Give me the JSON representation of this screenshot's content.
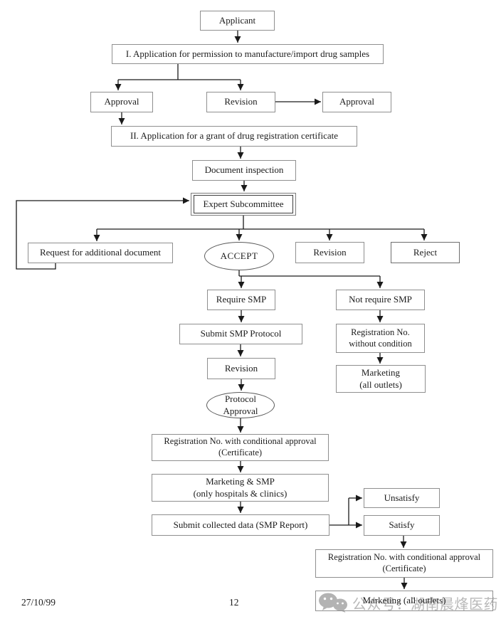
{
  "page": {
    "footer_date": "27/10/99",
    "footer_page": "12"
  },
  "colors": {
    "background": "#ffffff",
    "line": "#1a1a1a",
    "box_border": "#8f8f8f",
    "text": "#1c1c1c",
    "watermark": "#b9b9b9"
  },
  "watermark": {
    "icon": "wechat-icon",
    "text": "公众号：湖南晨烽医药"
  },
  "nodes": {
    "applicant": {
      "label": "Applicant"
    },
    "step1": {
      "label": "I. Application for permission to manufacture/import drug samples"
    },
    "approval1": {
      "label": "Approval"
    },
    "revision1": {
      "label": "Revision"
    },
    "approval2": {
      "label": "Approval"
    },
    "step2": {
      "label": "II. Application for a grant of drug registration certificate"
    },
    "doc_inspection": {
      "label": "Document inspection"
    },
    "expert_subcommittee": {
      "label": "Expert Subcommittee"
    },
    "request_additional": {
      "label": "Request for additional document"
    },
    "accept": {
      "label": "ACCEPT"
    },
    "revision2": {
      "label": "Revision"
    },
    "reject": {
      "label": "Reject"
    },
    "require_smp": {
      "label": "Require SMP"
    },
    "not_require_smp": {
      "label": "Not require SMP"
    },
    "submit_smp_protocol": {
      "label": "Submit SMP Protocol"
    },
    "reg_no_without_condition": {
      "label": "Registration No.\nwithout condition"
    },
    "revision3": {
      "label": "Revision"
    },
    "marketing_all_outlets_right": {
      "label": "Marketing\n(all outlets)"
    },
    "protocol_approval": {
      "label": "Protocol\nApproval"
    },
    "reg_conditional_1": {
      "label": "Registration No. with conditional approval\n(Certificate)"
    },
    "marketing_smp": {
      "label": "Marketing & SMP\n(only hospitals & clinics)"
    },
    "submit_collected_data": {
      "label": "Submit collected data (SMP Report)"
    },
    "unsatisfy": {
      "label": "Unsatisfy"
    },
    "satisfy": {
      "label": "Satisfy"
    },
    "reg_conditional_2": {
      "label": "Registration No. with conditional approval\n(Certificate)"
    },
    "marketing_all_outlets_bottom": {
      "label": "Marketing (all outlets)"
    }
  }
}
